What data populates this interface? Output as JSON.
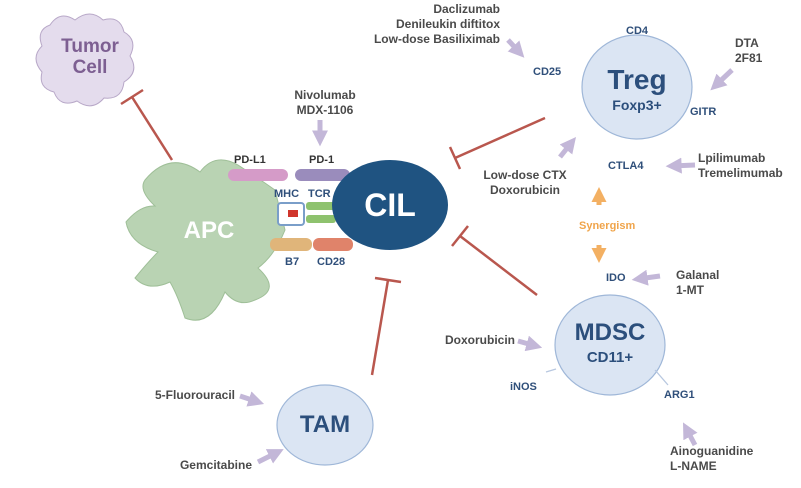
{
  "colors": {
    "tumor_fill": "#e4dced",
    "tumor_text": "#7d5f92",
    "apc_fill": "#b9d3b3",
    "cil_fill": "#1f5381",
    "cell_fill": "#dbe5f3",
    "cell_text": "#2c4f7c",
    "inhibit": "#b9574e",
    "arrow": "#c3b7d8",
    "synergy": "#f3b063"
  },
  "cells": {
    "tumor": "Tumor\nCell",
    "apc": "APC",
    "cil": "CIL",
    "treg": "Treg",
    "treg_marker": "Foxp3+",
    "mdsc": "MDSC",
    "mdsc_marker": "CD11+",
    "tam": "TAM"
  },
  "receptors": {
    "pdl1": "PD-L1",
    "pd1": "PD-1",
    "mhc": "MHC",
    "tcr": "TCR",
    "b7": "B7",
    "cd28": "CD28"
  },
  "markers": {
    "cd4": "CD4",
    "cd25": "CD25",
    "gitr": "GITR",
    "ctla4": "CTLA4",
    "ido": "IDO",
    "inos": "iNOS",
    "arg1": "ARG1"
  },
  "synergism": "Synergism",
  "drugs": {
    "pd1": "Nivolumab\nMDX-1106",
    "cd25": "Daclizumab\nDenileukin diftitox\nLow-dose Basiliximab",
    "gitr": "DTA\n2F81",
    "ctla4": "Lpilimumab\nTremelimumab",
    "treg_chemo": "Low-dose CTX\nDoxorubicin",
    "ido": "Galanal\n1-MT",
    "mdsc": "Doxorubicin",
    "arg1": "Ainoguanidine\nL-NAME",
    "tam_a": "5-Fluorouracil",
    "tam_b": "Gemcitabine"
  }
}
